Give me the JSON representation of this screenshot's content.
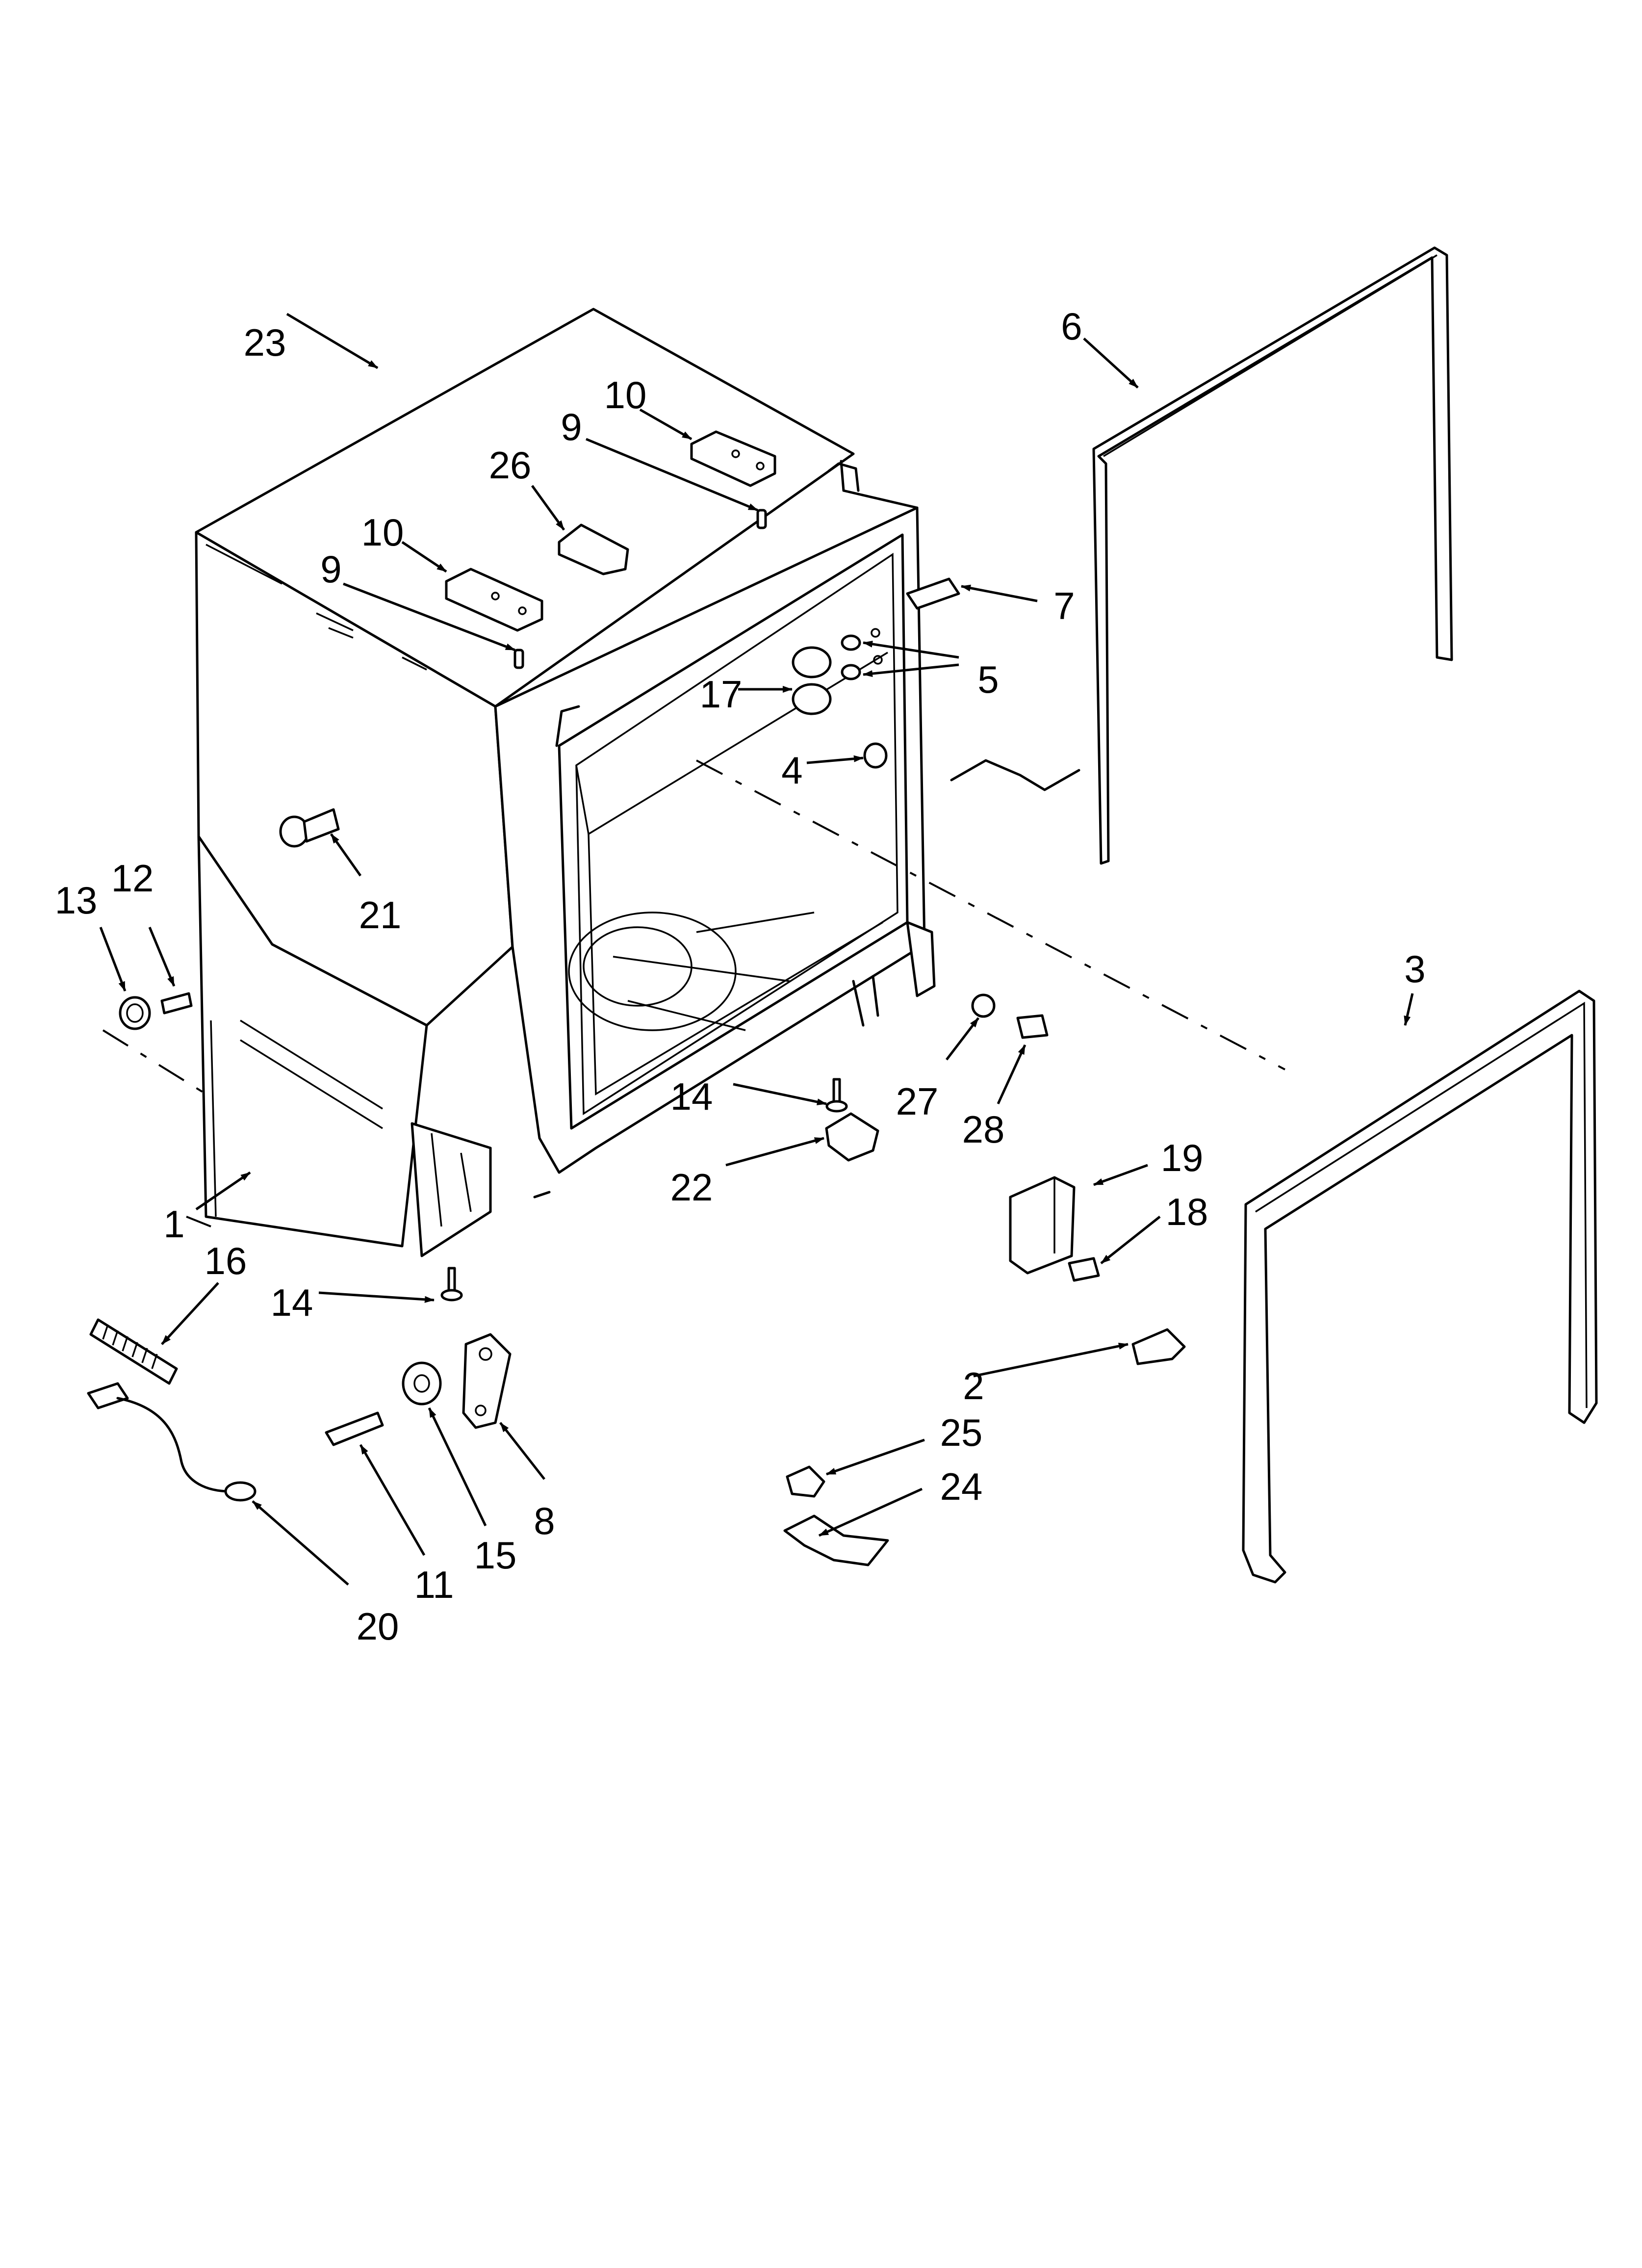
{
  "callouts": [
    {
      "id": "c23a",
      "text": "23"
    },
    {
      "id": "c10a",
      "text": "10"
    },
    {
      "id": "c9a",
      "text": "9"
    },
    {
      "id": "c26",
      "text": "26"
    },
    {
      "id": "c10b",
      "text": "10"
    },
    {
      "id": "c9b",
      "text": "9"
    },
    {
      "id": "c6",
      "text": "6"
    },
    {
      "id": "c7",
      "text": "7"
    },
    {
      "id": "c5",
      "text": "5"
    },
    {
      "id": "c17",
      "text": "17"
    },
    {
      "id": "c4",
      "text": "4"
    },
    {
      "id": "c21",
      "text": "21"
    },
    {
      "id": "c13",
      "text": "13"
    },
    {
      "id": "c12",
      "text": "12"
    },
    {
      "id": "c3",
      "text": "3"
    },
    {
      "id": "c14a",
      "text": "14"
    },
    {
      "id": "c27",
      "text": "27"
    },
    {
      "id": "c22",
      "text": "22"
    },
    {
      "id": "c28",
      "text": "28"
    },
    {
      "id": "c19",
      "text": "19"
    },
    {
      "id": "c18",
      "text": "18"
    },
    {
      "id": "c1",
      "text": "1"
    },
    {
      "id": "c16",
      "text": "16"
    },
    {
      "id": "c14b",
      "text": "14"
    },
    {
      "id": "c2",
      "text": "2"
    },
    {
      "id": "c25",
      "text": "25"
    },
    {
      "id": "c24",
      "text": "24"
    },
    {
      "id": "c8",
      "text": "8"
    },
    {
      "id": "c15",
      "text": "15"
    },
    {
      "id": "c11",
      "text": "11"
    },
    {
      "id": "c20",
      "text": "20"
    }
  ]
}
